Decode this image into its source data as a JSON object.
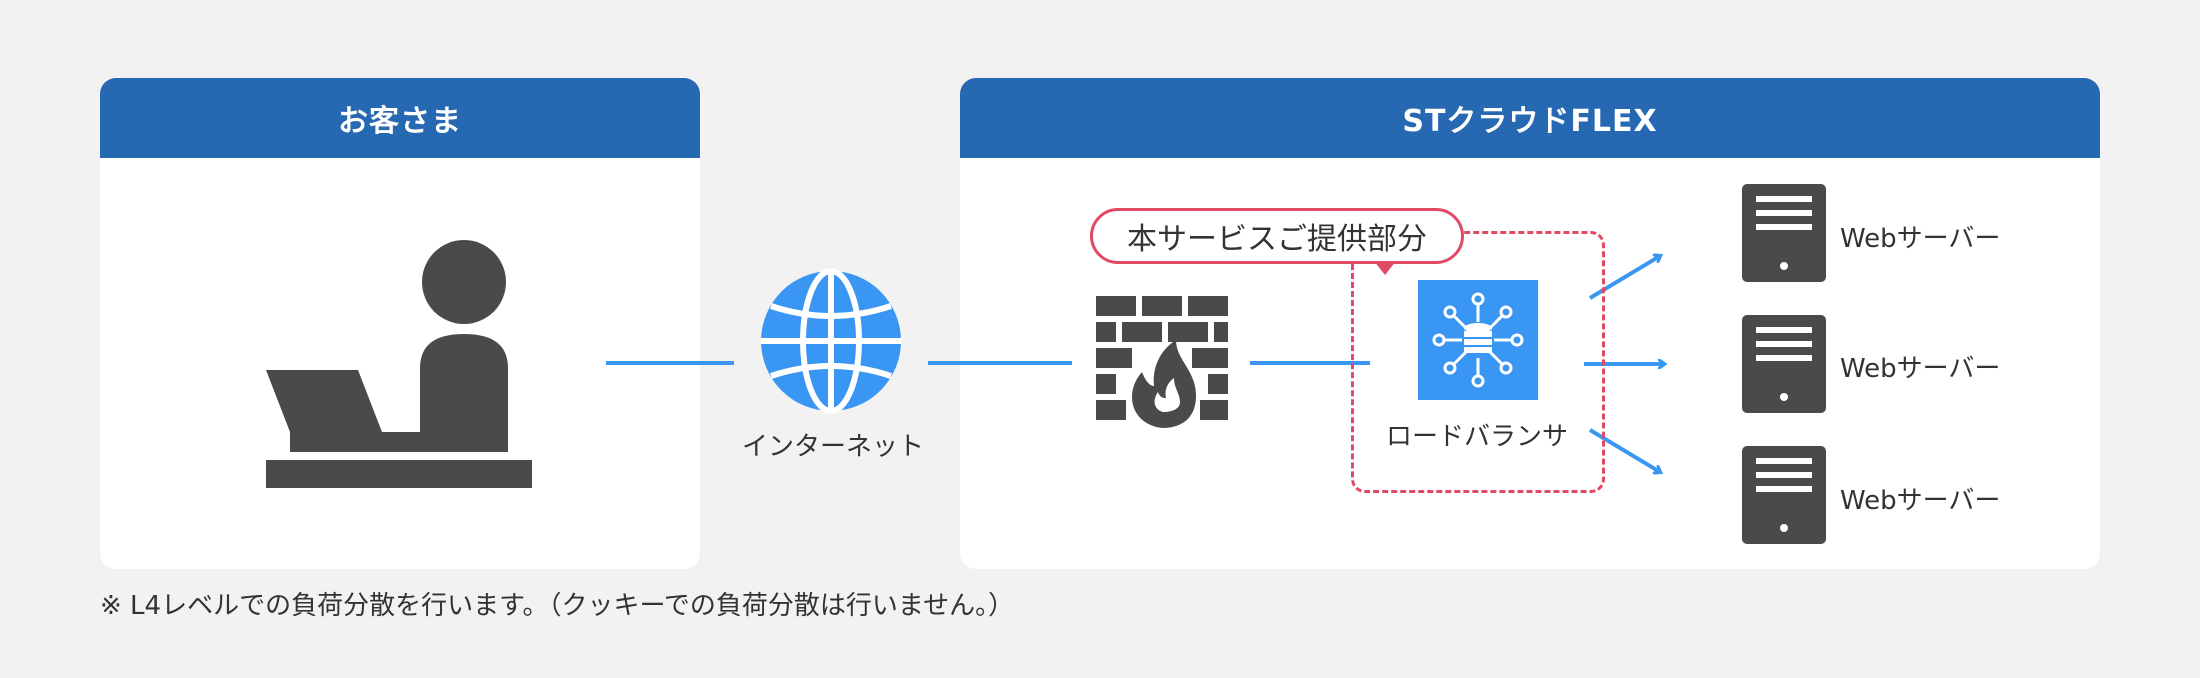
{
  "customer_panel": {
    "title": "お客さま"
  },
  "cloud_panel": {
    "title": "STクラウドFLEX"
  },
  "internet": {
    "label": "インターネット"
  },
  "callout": {
    "label": "本サービスご提供部分"
  },
  "load_balancer": {
    "label": "ロードバランサ"
  },
  "servers": [
    {
      "label": "Webサーバー"
    },
    {
      "label": "Webサーバー"
    },
    {
      "label": "Webサーバー"
    }
  ],
  "footnote": "※ L4レベルでの負荷分散を行います。（クッキーでの負荷分散は行いません。）",
  "colors": {
    "header_blue": "#2768b3",
    "connector_blue": "#3a96f3",
    "icon_gray": "#4a4a4a",
    "highlight_red": "#e04a63",
    "background": "#f2f2f2"
  }
}
